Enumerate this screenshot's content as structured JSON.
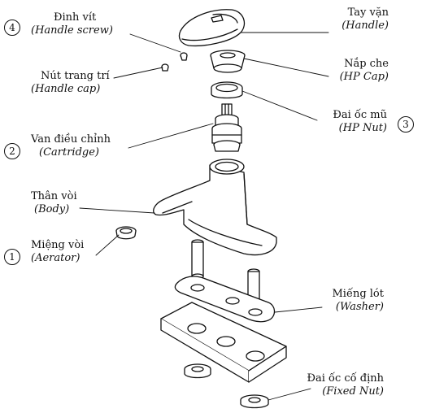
{
  "parts": {
    "handle_screw": {
      "number": "4",
      "vn": "Đinh vít",
      "en": "(Handle screw)"
    },
    "handle": {
      "vn": "Tay vặn",
      "en": "(Handle)"
    },
    "handle_cap": {
      "vn": "Nút trang trí",
      "en": "(Handle cap)"
    },
    "hp_cap": {
      "vn": "Nắp che",
      "en": "(HP Cap)"
    },
    "hp_nut": {
      "number": "3",
      "vn": "Đai ốc mũ",
      "en": "(HP Nut)"
    },
    "cartridge": {
      "number": "2",
      "vn": "Van điều chỉnh",
      "en": "(Cartridge)"
    },
    "body": {
      "vn": "Thân vòi",
      "en": "(Body)"
    },
    "aerator": {
      "number": "1",
      "vn": "Miệng vòi",
      "en": "(Aerator)"
    },
    "washer": {
      "vn": "Miếng lót",
      "en": "(Washer)"
    },
    "fixed_nut": {
      "vn": "Đai ốc cố định",
      "en": "(Fixed Nut)"
    }
  }
}
